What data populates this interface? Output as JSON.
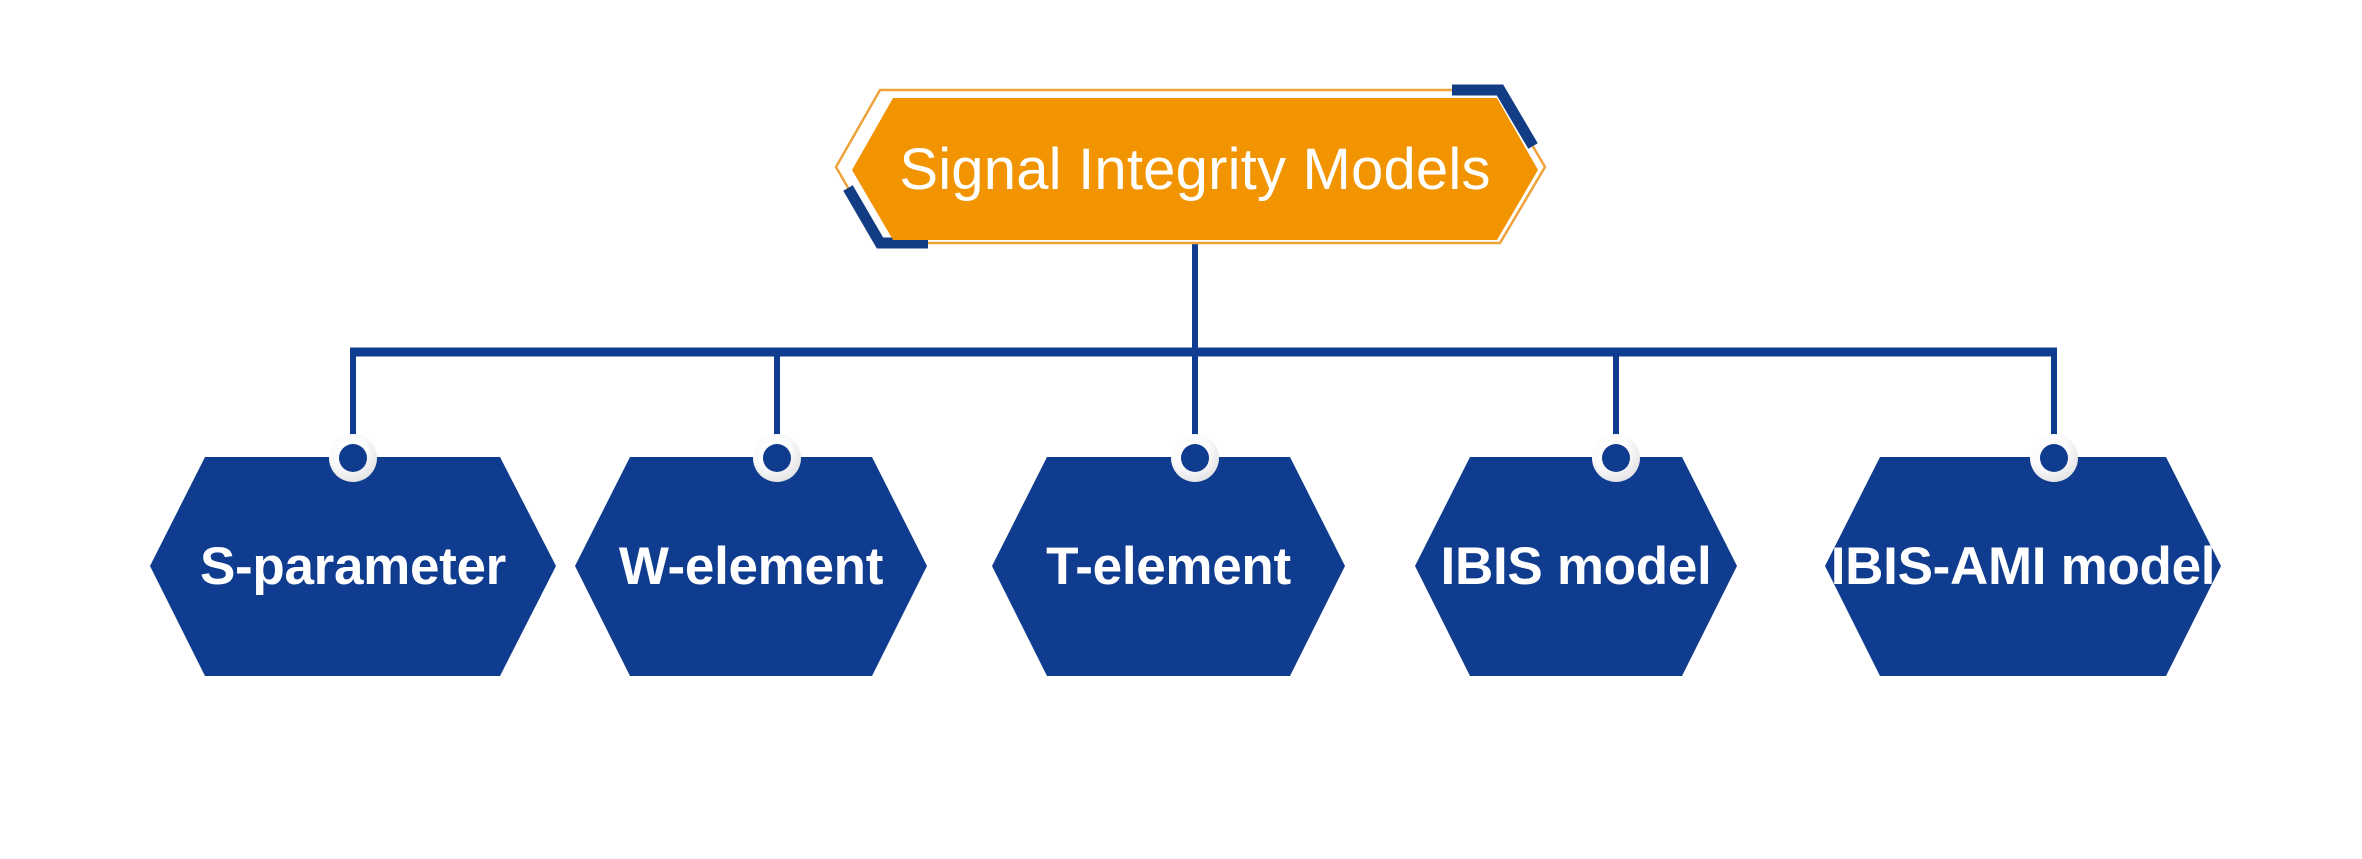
{
  "diagram": {
    "title": "Signal Integrity Models",
    "type": "hierarchy-tree",
    "orientation": "top-down",
    "colors": {
      "root_fill": "#F29400",
      "root_outline": "#F0A030",
      "root_accent": "#123C84",
      "child_fill": "#103C8F",
      "connector": "#103C8F",
      "node_text": "#FFFFFF",
      "connector_dot_fill": "#103C8F",
      "connector_dot_ring": "#F2F2F2",
      "background": "#FFFFFF"
    },
    "root": {
      "label": "Signal Integrity Models",
      "shape": "hexagon",
      "fill": "#F29400"
    },
    "children": [
      {
        "label": "S-parameter",
        "shape": "hexagon",
        "fill": "#103C8F"
      },
      {
        "label": "W-element",
        "shape": "hexagon",
        "fill": "#103C8F"
      },
      {
        "label": "T-element",
        "shape": "hexagon",
        "fill": "#103C8F"
      },
      {
        "label": "IBIS model",
        "shape": "hexagon",
        "fill": "#103C8F"
      },
      {
        "label": "IBIS-AMI model",
        "shape": "hexagon",
        "fill": "#103C8F"
      }
    ]
  }
}
